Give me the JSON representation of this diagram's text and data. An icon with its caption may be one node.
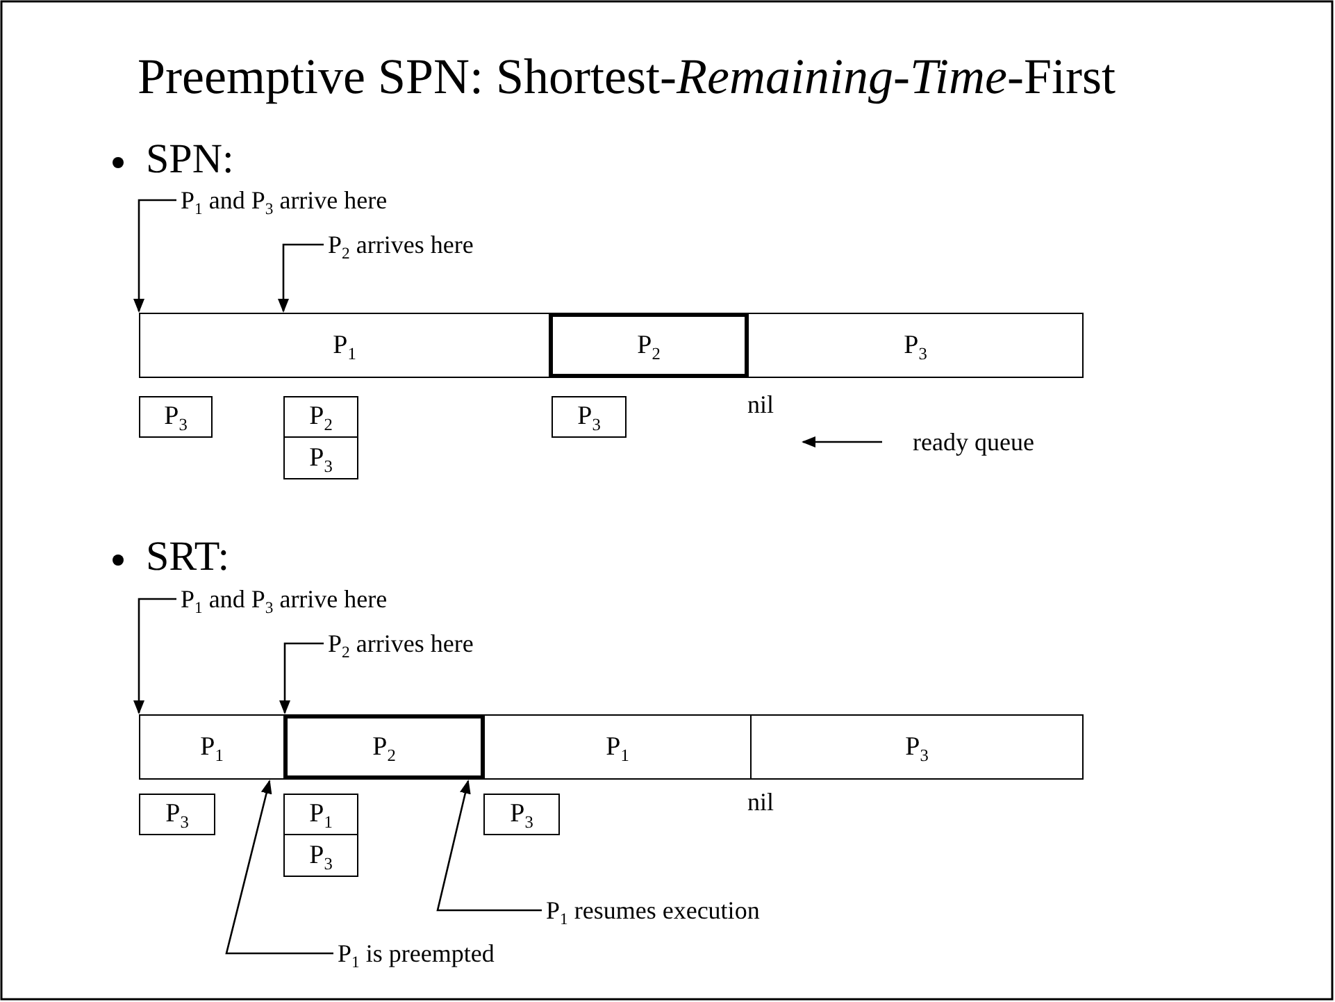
{
  "diagram": {
    "title": "Preemptive SPN: Shortest-*Remaining-Time*-First",
    "nodes": [
      {
        "text": [
          "P$_{1}$  and P$_{3}$ arrive here"
        ]
      },
      {
        "text": [
          "P$_{2}$ arrives here"
        ]
      },
      {
        "text": [
          "P$_{1}$"
        ]
      },
      {
        "text": [
          "P$_{2}$"
        ]
      },
      {
        "text": [
          "P$_{3}$"
        ]
      },
      {
        "text": [
          "P$_{3}$"
        ]
      },
      {
        "text": [
          "P$_{2}$"
        ]
      },
      {
        "text": [
          "P$_{3}$"
        ]
      },
      {
        "text": [
          "P$_{3}$"
        ]
      },
      {
        "text": [
          "ready queue"
        ]
      },
      {
        "text": [
          "P$_{1}$  and P$_{3}$ arrive here"
        ]
      },
      {
        "text": [
          "P$_{2}$ arrives here"
        ]
      },
      {
        "text": [
          "P$_{1}$"
        ]
      },
      {
        "text": [
          "P$_{2}$"
        ]
      },
      {
        "text": [
          "P$_{1}$"
        ]
      },
      {
        "text": [
          "P$_{3}$"
        ]
      },
      {
        "text": [
          "P$_{3}$"
        ]
      },
      {
        "text": [
          "P$_{1}$"
        ]
      },
      {
        "text": [
          "P$_{3}$"
        ]
      },
      {
        "text": [
          "P$_{3}$"
        ]
      },
      {
        "text": [
          "P$_{1}$ resumes execution"
        ]
      },
      {
        "text": [
          "P$_{1}$ is preempted"
        ]
      }
    ],
    "edges": [
      {
        "from": 0,
        "to": 2,
        "arrow": "to"
      },
      {
        "from": 1,
        "to": 2,
        "arrow": "to"
      },
      {
        "from": 9,
        "to": null,
        "arrow": "to"
      },
      {
        "from": 10,
        "to": 12,
        "arrow": "to"
      },
      {
        "from": 11,
        "to": 13,
        "arrow": "to"
      },
      {
        "from": 20,
        "to": 13,
        "arrow": "to"
      },
      {
        "from": 21,
        "to": 12,
        "arrow": "to"
      }
    ],
    "labels": [
      "SPN:",
      "nil",
      "SRT:",
      "nil"
    ]
  }
}
